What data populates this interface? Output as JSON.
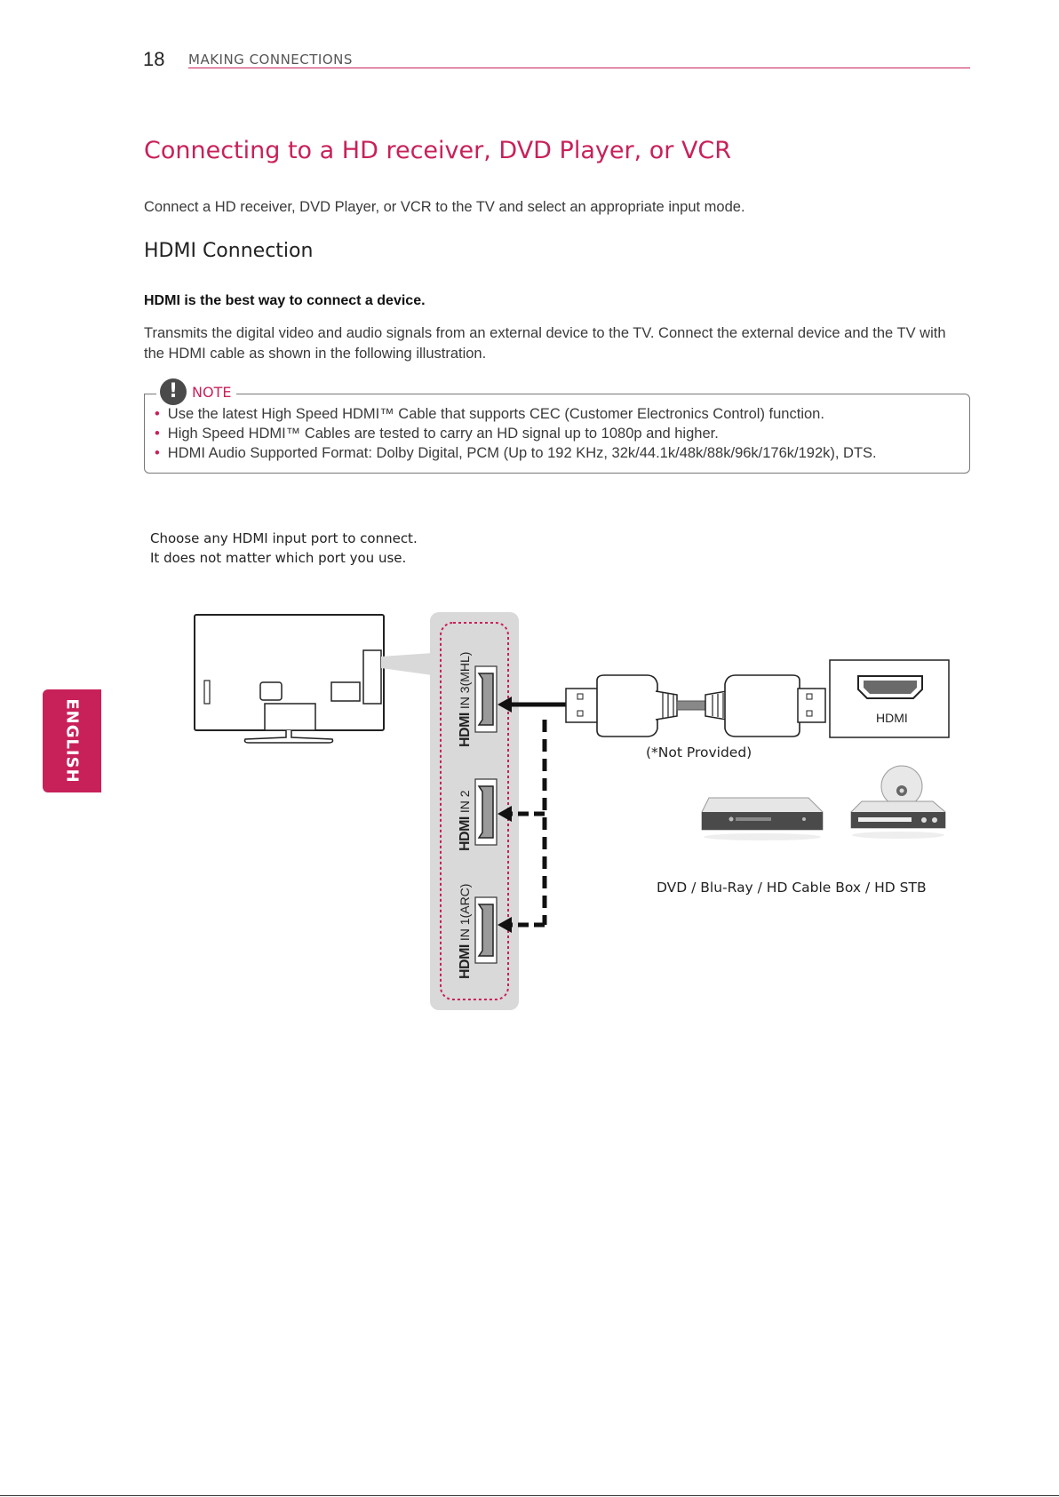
{
  "header": {
    "page_number": "18",
    "section": "MAKING CONNECTIONS"
  },
  "side_tab": {
    "label": "ENGLISH"
  },
  "title": "Connecting to a HD receiver, DVD Player, or VCR",
  "intro": "Connect a HD receiver, DVD Player, or VCR to the TV and select an appropriate input mode.",
  "subheading": "HDMI Connection",
  "bold_line": "HDMI is the best way to connect a device.",
  "paragraph": "Transmits the digital video and audio signals from an external device to the TV. Connect the external device and the TV with the HDMI cable as shown in the following illustration.",
  "note": {
    "label": "NOTE",
    "items": [
      "Use the latest High Speed HDMI™ Cable that supports CEC (Customer Electronics Control) function.",
      "High Speed HDMI™ Cables are tested to carry an HD signal up to 1080p and higher.",
      "HDMI Audio Supported Format: Dolby Digital, PCM (Up to 192 KHz, 32k/44.1k/48k/88k/96k/176k/192k), DTS."
    ]
  },
  "diagram": {
    "choose_line1": "Choose any HDMI input port to connect.",
    "choose_line2": "It does not matter which port you use.",
    "ports": [
      {
        "logo": "HDMI",
        "label": "IN 3(MHL)"
      },
      {
        "logo": "HDMI",
        "label": "IN 2"
      },
      {
        "logo": "HDMI",
        "label": "IN 1(ARC)"
      }
    ],
    "device_port_label": "HDMI",
    "cable_note": "(*Not Provided)",
    "devices_label": "DVD / Blu-Ray / HD Cable Box / HD STB"
  },
  "colors": {
    "accent": "#c8215a",
    "text": "#3a3a3a",
    "panel": "#d9d9d9"
  }
}
